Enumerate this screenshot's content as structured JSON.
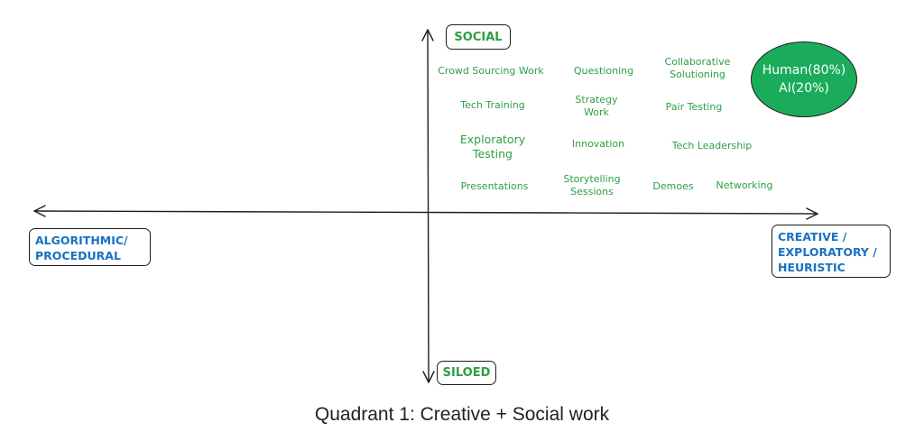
{
  "axes": {
    "top": "SOCIAL",
    "bottom": "SILOED",
    "left": "ALGORITHMIC/\nPROCEDURAL",
    "right": "CREATIVE /\nEXPLORATORY /\nHEURISTIC"
  },
  "items": {
    "crowd_sourcing": "Crowd Sourcing Work",
    "questioning": "Questioning",
    "collaborative": "Collaborative\nSolutioning",
    "tech_training": "Tech Training",
    "strategy_work": "Strategy\nWork",
    "pair_testing": "Pair Testing",
    "exploratory_testing": "Exploratory\nTesting",
    "innovation": "Innovation",
    "tech_leadership": "Tech Leadership",
    "presentations": "Presentations",
    "storytelling": "Storytelling\nSessions",
    "demoes": "Demoes",
    "networking": "Networking"
  },
  "callout": "Human(80%)\nAI(20%)",
  "caption": "Quadrant 1: Creative + Social work",
  "colors": {
    "item_text": "#2f9e44",
    "axis_label_blue": "#1971c2",
    "callout_fill": "#1aac5b",
    "stroke": "#1e1e1e"
  }
}
